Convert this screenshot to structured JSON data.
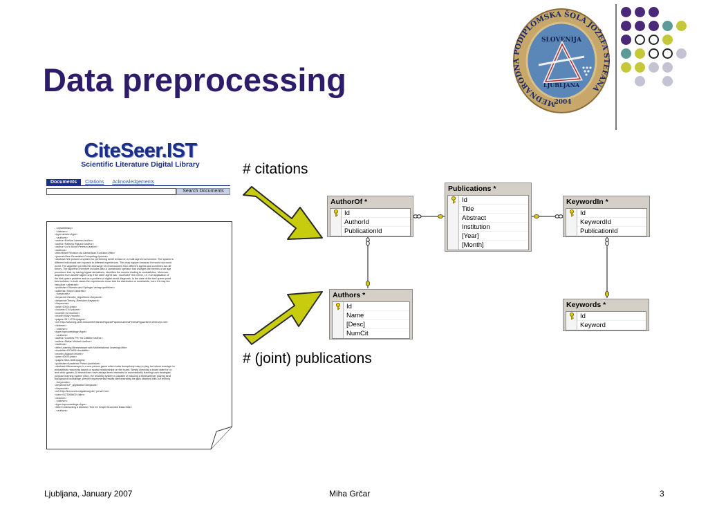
{
  "slide": {
    "title": "Data preprocessing",
    "label_citations": "# citations",
    "label_publications": "# (joint) publications"
  },
  "logo": {
    "ring_text": "MEDNARODNA PODIPLOMSKA ŠOLA JOŽEFA STEFANA",
    "center_top": "SLOVENIJA",
    "center_bottom": "LJUBLJANA",
    "year": "2004"
  },
  "citeseer": {
    "name": "CiteSeer.IST",
    "subtitle": "Scientific Literature Digital Library",
    "tabs": [
      "Documents",
      "Citations",
      "Acknowledgements"
    ],
    "search_button": "Search Documents"
  },
  "xml_lines": [
    "- <dpwetlibrary>",
    "  - <dstmen>",
    "      <type>article</type>",
    "    - <authors>",
    "        <author>Evelina Lamma</author>",
    "        <author>Fabrizio Riguzzi</author>",
    "        <author>Lu\\'s Moniz Pereira</author>",
    "      </authors>",
    "      <title>Belief Revision via Lamarckian Evolution</title>",
    "      <journal>New Generation Computing</journal>",
    "      <abstract>We present a system for performing belief revision in a multi-agent environment. The system is",
    "        different individuals are exposed to different experiences. This may happen because the world surround",
    "        world. The algorithm permits the exchange of chromosomes from different agents and combines two dif",
    "        theory. The algorithm therefore includes also a Lamarckian operator that changes the memes of an age",
    "        procedure that, by tracing logical derivations, identifies the memes leading to contradiction. Moreover,",
    "        acquired from another agent only if the other agent has ``accessed'' the meme, i.e. if an application of",
    "        the bird-queen problem and on a problem of digital circuit diagnosis. In the case of the bird-queen probl",
    "        best solution. In both cases the experiments show that the distribution of constraints, even if it may lea",
    "        reduction.</abstract>",
    "      <publisher>Ohmsha and Springer Verlag</publisher>",
    "      <address>Tokyo</address>",
    "    - <keywords>",
    "        <keyword>Genetic_Algorithms</keyword>",
    "        <keyword>Theory_Revision</keyword>",
    "      </keywords>",
    "      <year>2003</year>",
    "      <volume>21</volume>",
    "      <number>3</number>",
    "      <month>May</month>",
    "      <pages>247--275</pages>",
    "      <url>http://www.ing.unife.it/docenti/FabrizioRiguzzi/Papers/LammaPereiraRiguzziNGC2003.zip</url>",
    "    </dstmen>",
    "  - <dstmen>",
    "      <type>inproceedings</type>",
    "    - <authors>",
    "        <author>Lourdes Pe\\~na Castillo</author>",
    "        <author>Stefan Wrobel</author>",
    "      </authors>",
    "      <title>Learning Minesweeper with Multirelational Learning</title>",
    "      <booktitle>IJCAI03</booktitle>",
    "      <month>August</month>",
    "      <year>2003</year>",
    "      <pages>533--538</pages>",
    "      <publisher>Academic Press</publisher>",
    "      <abstract>Minesweeper is a one-person game which looks deceptively easy to play, but where average hu",
    "        probabilistic reasoning based on spatial relationships on the board. Simply checking a board state for co",
    "        and other games, AI researchers have always been interested in automatically learning such strategies",
    "        purpose learning system (Mio), the resulting system is capable of inducing a Minesweeper playing strat",
    "        background knowledge, prevent experimental results demonstrating the gain obtained with our techniq",
    "    - <keywords>",
    "        <keyword>ILP_application</keyword>",
    "      </keywords>",
    "      <url>http://kd.cs.uni-magdeburg.de/~pena/</url>",
    "      <isbn>0127006602</isbn>",
    "    </dstmen>",
    "  - <dstmen>",
    "      <type>inproceedings</type>",
    "      <title>Constructing a Decision Tree for Graph Structured Data</title>",
    "    - <authors>"
  ],
  "tables": {
    "authorof": {
      "name": "AuthorOf *",
      "fields": [
        "Id",
        "AuthorId",
        "PublicationId"
      ]
    },
    "publications": {
      "name": "Publications *",
      "fields": [
        "Id",
        "Title",
        "Abstract",
        "Institution",
        "[Year]",
        "[Month]"
      ]
    },
    "keywordin": {
      "name": "KeywordIn *",
      "fields": [
        "Id",
        "KeywordId",
        "PublicationId"
      ]
    },
    "authors": {
      "name": "Authors *",
      "fields": [
        "Id",
        "Name",
        "[Desc]",
        "NumCit"
      ]
    },
    "keywords": {
      "name": "Keywords *",
      "fields": [
        "Id",
        "Keyword"
      ]
    }
  },
  "footer": {
    "left": "Ljubljana, January 2007",
    "center": "Miha Grčar",
    "right": "3"
  },
  "colors": {
    "title": "#2e1c6b",
    "purple": "#4a2a78",
    "teal": "#5b9a97",
    "yellow": "#c4c83a",
    "lavender": "#c3c3d3",
    "arrow_fill": "#c8cc0e"
  }
}
